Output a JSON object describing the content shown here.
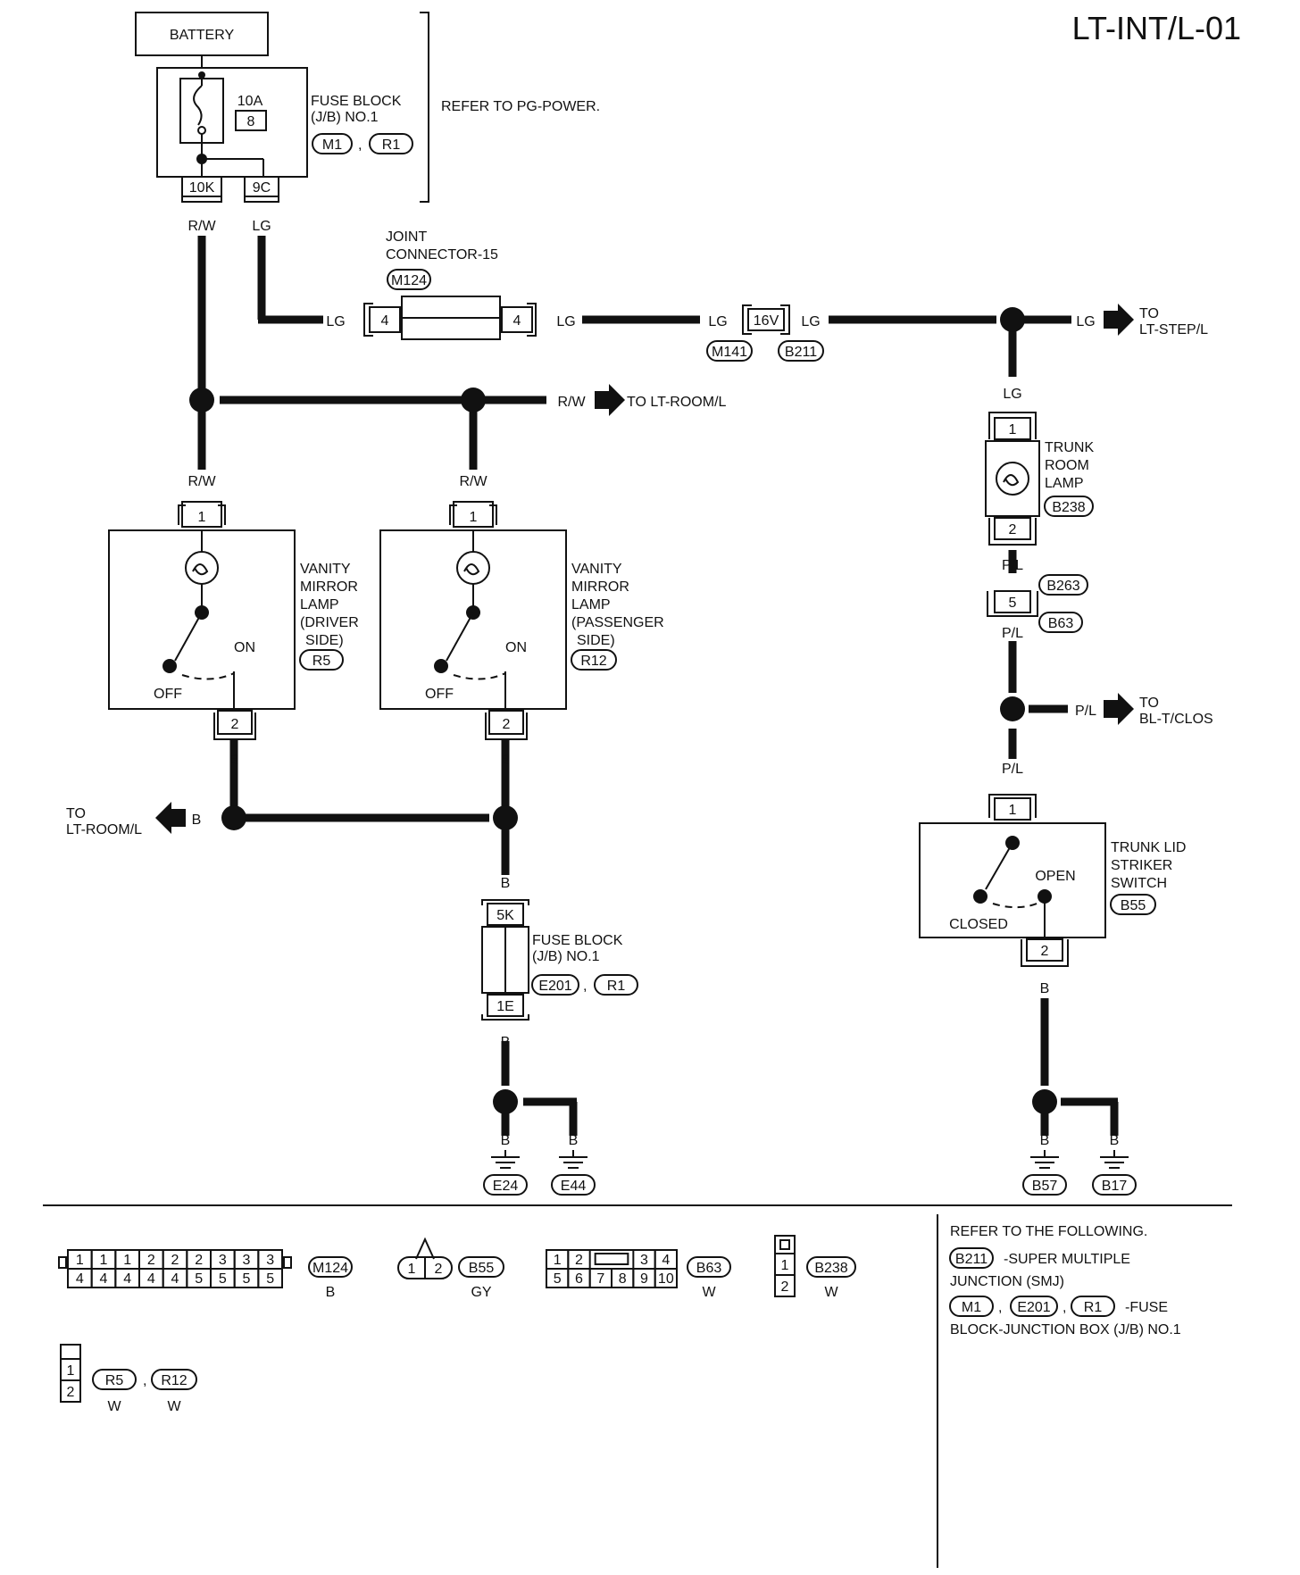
{
  "page_code": "LT-INT/L-01",
  "power": {
    "battery": "BATTERY",
    "fuse_rating": "10A",
    "fuse_number": "8",
    "fuse_block_l1": "FUSE BLOCK",
    "fuse_block_l2": "(J/B) NO.1",
    "conn_a": "M1",
    "conn_b": "R1",
    "refer": "REFER TO PG-POWER.",
    "term_10k": "10K",
    "term_9c": "9C"
  },
  "wire_colors": {
    "rw": "R/W",
    "lg": "LG",
    "b": "B",
    "pl": "P/L"
  },
  "joint": {
    "l1": "JOINT",
    "l2": "CONNECTOR-15",
    "conn": "M124",
    "pin": "4"
  },
  "harness": {
    "pin": "16V",
    "conn_a": "M141",
    "conn_b": "B211"
  },
  "offpage": {
    "to": "TO",
    "lt_step": "LT-STEP/L",
    "lt_room_line": "TO LT-ROOM/L",
    "lt_room": "LT-ROOM/L",
    "bl_tclos": "BL-T/CLOS"
  },
  "driver_lamp": {
    "l1": "VANITY",
    "l2": "MIRROR",
    "l3": "LAMP",
    "l4": "(DRIVER",
    "l5": "SIDE)",
    "conn": "R5",
    "on": "ON",
    "off": "OFF",
    "pin1": "1",
    "pin2": "2"
  },
  "passenger_lamp": {
    "l1": "VANITY",
    "l2": "MIRROR",
    "l3": "LAMP",
    "l4": "(PASSENGER",
    "l5": "SIDE)",
    "conn": "R12",
    "on": "ON",
    "off": "OFF",
    "pin1": "1",
    "pin2": "2"
  },
  "trunk_lamp": {
    "l1": "TRUNK",
    "l2": "ROOM",
    "l3": "LAMP",
    "conn": "B238",
    "pin1": "1",
    "pin2": "2"
  },
  "b_harness": {
    "pin": "5",
    "conn_a": "B263",
    "conn_b": "B63"
  },
  "trunk_switch": {
    "l1": "TRUNK LID",
    "l2": "STRIKER",
    "l3": "SWITCH",
    "conn": "B55",
    "open": "OPEN",
    "closed": "CLOSED",
    "pin1": "1",
    "pin2": "2"
  },
  "ground_fuse": {
    "top": "5K",
    "bottom": "1E",
    "l1": "FUSE BLOCK",
    "l2": "(J/B) NO.1",
    "conn_a": "E201",
    "conn_b": "R1"
  },
  "grounds": [
    "E24",
    "E44",
    "B57",
    "B17"
  ],
  "legend": {
    "m124_top": [
      "1",
      "1",
      "1",
      "2",
      "2",
      "2",
      "3",
      "3",
      "3"
    ],
    "m124_bottom": [
      "4",
      "4",
      "4",
      "4",
      "4",
      "5",
      "5",
      "5",
      "5"
    ],
    "m124_name": "M124",
    "m124_color": "B",
    "b55_pins": [
      "1",
      "2"
    ],
    "b55_name": "B55",
    "b55_color": "GY",
    "b63_top": [
      "1",
      "2",
      "3",
      "4"
    ],
    "b63_bottom": [
      "5",
      "6",
      "7",
      "8",
      "9",
      "10"
    ],
    "b63_name": "B63",
    "b63_color": "W",
    "b238_pins": [
      "1",
      "2"
    ],
    "b238_name": "B238",
    "b238_color": "W",
    "r_pins": [
      "1",
      "2"
    ],
    "r5_name": "R5",
    "r12_name": "R12",
    "r_color": "W",
    "comma": ","
  },
  "refer_box": {
    "heading": "REFER TO THE FOLLOWING.",
    "smj_conn": "B211",
    "smj_l1": "-SUPER MULTIPLE",
    "smj_l2": "JUNCTION (SMJ)",
    "fuse_conns": [
      "M1",
      "E201",
      "R1"
    ],
    "fuse_l1": "-FUSE",
    "fuse_l2": "BLOCK-JUNCTION BOX (J/B) NO.1"
  }
}
